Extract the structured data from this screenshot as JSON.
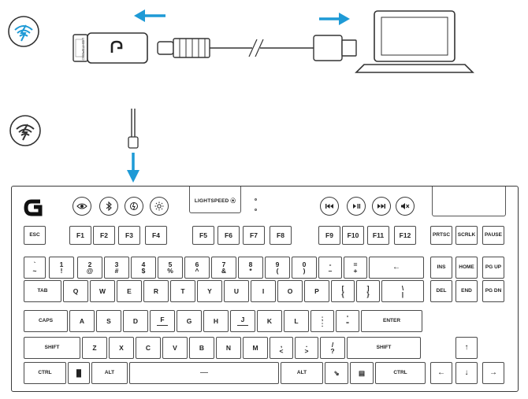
{
  "receiver": {
    "side_label": "LIGHTSPEED"
  },
  "keyboard": {
    "lightspeed_label": "LIGHTSPEED ⦿",
    "fn_row": [
      {
        "id": "esc",
        "label": "ESC"
      },
      {
        "id": "f1",
        "label": "F1"
      },
      {
        "id": "f2",
        "label": "F2"
      },
      {
        "id": "f3",
        "label": "F3"
      },
      {
        "id": "f4",
        "label": "F4"
      },
      {
        "id": "f5",
        "label": "F5"
      },
      {
        "id": "f6",
        "label": "F6"
      },
      {
        "id": "f7",
        "label": "F7"
      },
      {
        "id": "f8",
        "label": "F8"
      },
      {
        "id": "f9",
        "label": "F9"
      },
      {
        "id": "f10",
        "label": "F10"
      },
      {
        "id": "f11",
        "label": "F11"
      },
      {
        "id": "f12",
        "label": "F12"
      },
      {
        "id": "prtsc",
        "label": "PRTSC"
      },
      {
        "id": "scrlk",
        "label": "SCRLK"
      },
      {
        "id": "pause",
        "label": "PAUSE"
      }
    ],
    "number_row": [
      {
        "id": "tilde",
        "top": "`",
        "bottom": "~"
      },
      {
        "id": "1",
        "top": "1",
        "bottom": "!"
      },
      {
        "id": "2",
        "top": "2",
        "bottom": "@"
      },
      {
        "id": "3",
        "top": "3",
        "bottom": "#"
      },
      {
        "id": "4",
        "top": "4",
        "bottom": "$"
      },
      {
        "id": "5",
        "top": "5",
        "bottom": "%"
      },
      {
        "id": "6",
        "top": "6",
        "bottom": "^"
      },
      {
        "id": "7",
        "top": "7",
        "bottom": "&"
      },
      {
        "id": "8",
        "top": "8",
        "bottom": "*"
      },
      {
        "id": "9",
        "top": "9",
        "bottom": "("
      },
      {
        "id": "0",
        "top": "0",
        "bottom": ")"
      },
      {
        "id": "minus",
        "top": "-",
        "bottom": "–"
      },
      {
        "id": "equals",
        "top": "=",
        "bottom": "+"
      },
      {
        "id": "backspace",
        "top": "←",
        "bottom": ""
      },
      {
        "id": "ins",
        "top": "INS",
        "bottom": ""
      },
      {
        "id": "home",
        "top": "HOME",
        "bottom": ""
      },
      {
        "id": "pgup",
        "top": "PG UP",
        "bottom": ""
      }
    ],
    "tab_row": [
      {
        "id": "tab",
        "top": "TAB",
        "bottom": ""
      },
      {
        "id": "q",
        "top": "Q",
        "bottom": ""
      },
      {
        "id": "w",
        "top": "W",
        "bottom": ""
      },
      {
        "id": "e",
        "top": "E",
        "bottom": ""
      },
      {
        "id": "r",
        "top": "R",
        "bottom": ""
      },
      {
        "id": "t",
        "top": "T",
        "bottom": ""
      },
      {
        "id": "y",
        "top": "Y",
        "bottom": ""
      },
      {
        "id": "u",
        "top": "U",
        "bottom": ""
      },
      {
        "id": "i",
        "top": "I",
        "bottom": ""
      },
      {
        "id": "o",
        "top": "O",
        "bottom": ""
      },
      {
        "id": "p",
        "top": "P",
        "bottom": ""
      },
      {
        "id": "lbracket",
        "top": "[",
        "bottom": "{"
      },
      {
        "id": "rbracket",
        "top": "]",
        "bottom": "}"
      },
      {
        "id": "backslash",
        "top": "\\",
        "bottom": "|"
      },
      {
        "id": "del",
        "top": "DEL",
        "bottom": ""
      },
      {
        "id": "end",
        "top": "END",
        "bottom": ""
      },
      {
        "id": "pgdn",
        "top": "PG DN",
        "bottom": ""
      }
    ],
    "caps_row": [
      {
        "id": "caps",
        "top": "CAPS",
        "bottom": ""
      },
      {
        "id": "a",
        "top": "A",
        "bottom": ""
      },
      {
        "id": "s",
        "top": "S",
        "bottom": ""
      },
      {
        "id": "d",
        "top": "D",
        "bottom": ""
      },
      {
        "id": "f",
        "top": "F",
        "bottom": ""
      },
      {
        "id": "g",
        "top": "G",
        "bottom": ""
      },
      {
        "id": "h",
        "top": "H",
        "bottom": ""
      },
      {
        "id": "j",
        "top": "J",
        "bottom": ""
      },
      {
        "id": "k",
        "top": "K",
        "bottom": ""
      },
      {
        "id": "l",
        "top": "L",
        "bottom": ""
      },
      {
        "id": "semicolon",
        "top": ";",
        "bottom": ":"
      },
      {
        "id": "quote",
        "top": "'",
        "bottom": "\""
      },
      {
        "id": "enter",
        "top": "ENTER",
        "bottom": ""
      }
    ],
    "shift_row": [
      {
        "id": "lshift",
        "top": "SHIFT",
        "bottom": ""
      },
      {
        "id": "z",
        "top": "Z",
        "bottom": ""
      },
      {
        "id": "x",
        "top": "X",
        "bottom": ""
      },
      {
        "id": "c",
        "top": "C",
        "bottom": ""
      },
      {
        "id": "v",
        "top": "V",
        "bottom": ""
      },
      {
        "id": "b",
        "top": "B",
        "bottom": ""
      },
      {
        "id": "n",
        "top": "N",
        "bottom": ""
      },
      {
        "id": "m",
        "top": "M",
        "bottom": ""
      },
      {
        "id": "comma",
        "top": ",",
        "bottom": "<"
      },
      {
        "id": "period",
        "top": ".",
        "bottom": ">"
      },
      {
        "id": "slash",
        "top": "/",
        "bottom": "?"
      },
      {
        "id": "rshift",
        "top": "SHIFT",
        "bottom": ""
      },
      {
        "id": "up",
        "top": "↑",
        "bottom": ""
      }
    ],
    "bottom_row": [
      {
        "id": "lctrl",
        "top": "CTRL",
        "bottom": ""
      },
      {
        "id": "win",
        "top": "▐▌",
        "bottom": ""
      },
      {
        "id": "lalt",
        "top": "ALT",
        "bottom": ""
      },
      {
        "id": "space",
        "top": "—",
        "bottom": ""
      },
      {
        "id": "ralt",
        "top": "ALT",
        "bottom": ""
      },
      {
        "id": "fn",
        "top": "⇘",
        "bottom": ""
      },
      {
        "id": "menu",
        "top": "▤",
        "bottom": ""
      },
      {
        "id": "rctrl",
        "top": "CTRL",
        "bottom": ""
      },
      {
        "id": "left",
        "top": "←",
        "bottom": ""
      },
      {
        "id": "down",
        "top": "↓",
        "bottom": ""
      },
      {
        "id": "right",
        "top": "→",
        "bottom": ""
      }
    ]
  },
  "colors": {
    "accent": "#1e9ad6",
    "line": "#333333"
  }
}
